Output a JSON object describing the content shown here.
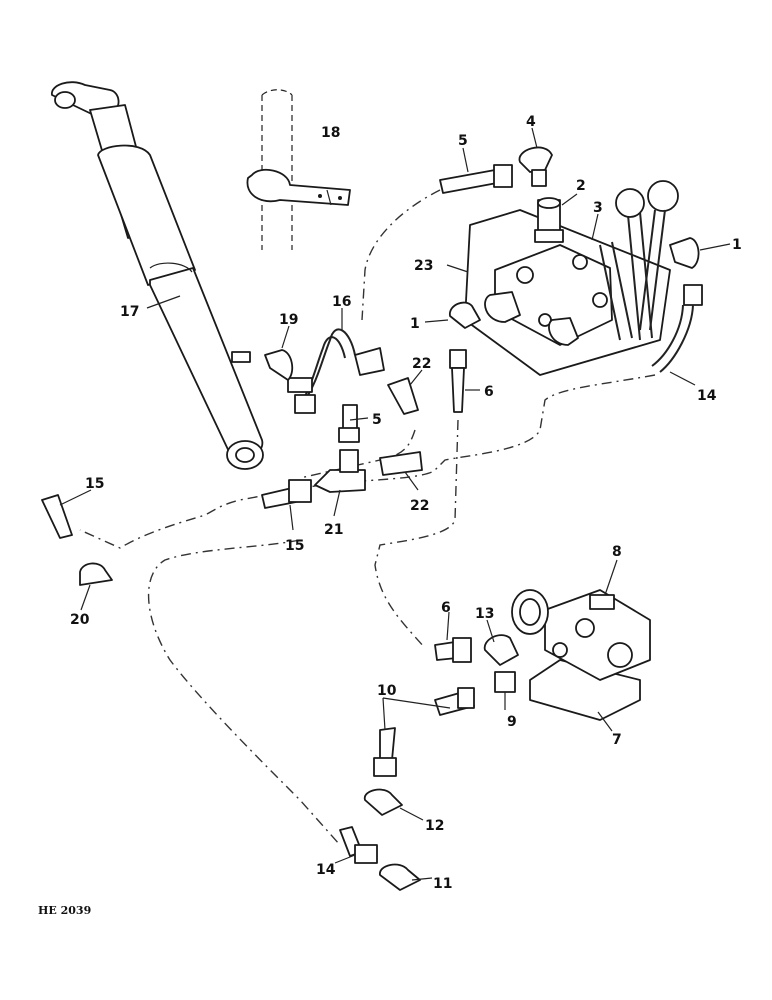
{
  "diagram": {
    "figure_code": "HE 2039",
    "callouts": {
      "c1a": "1",
      "c1b": "1",
      "c2": "2",
      "c3": "3",
      "c4": "4",
      "c5a": "5",
      "c5b": "5",
      "c6a": "6",
      "c6b": "6",
      "c7": "7",
      "c8": "8",
      "c9": "9",
      "c10": "10",
      "c11": "11",
      "c12": "12",
      "c13": "13",
      "c14a": "14",
      "c14b": "14",
      "c15a": "15",
      "c15b": "15",
      "c16": "16",
      "c17": "17",
      "c18": "18",
      "c19": "19",
      "c20": "20",
      "c21": "21",
      "c22a": "22",
      "c22b": "22",
      "c23": "23"
    }
  }
}
